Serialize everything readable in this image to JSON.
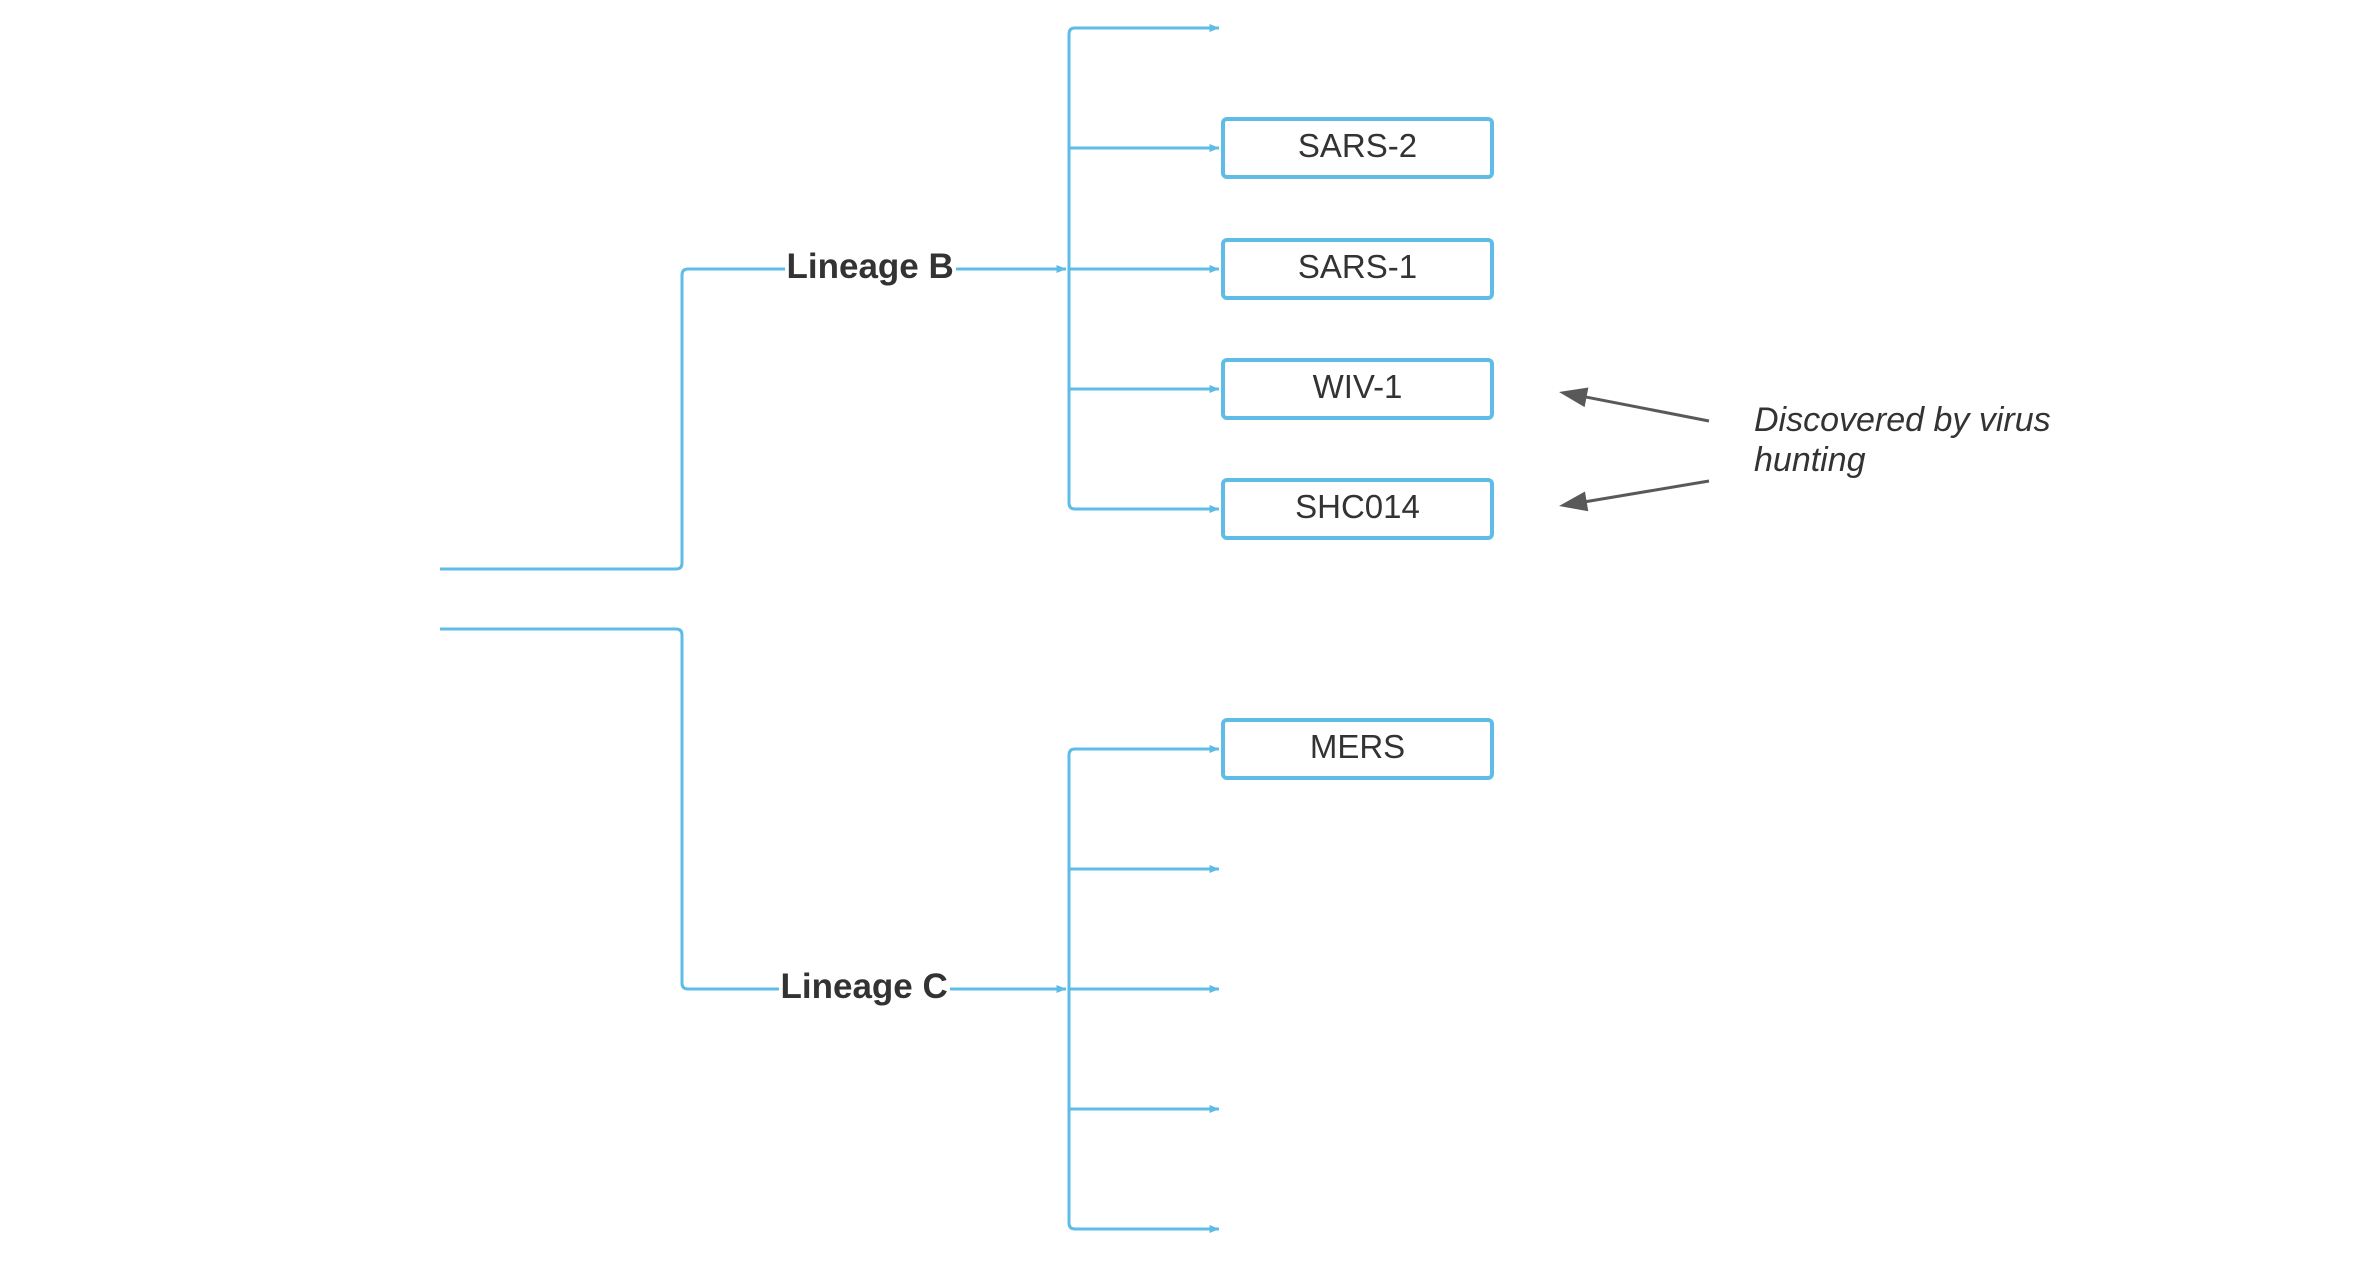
{
  "lineages": [
    {
      "label": "Lineage B",
      "children": [
        "",
        "SARS-2",
        "SARS-1",
        "WIV-1",
        "SHC014"
      ]
    },
    {
      "label": "Lineage C",
      "children": [
        "MERS",
        "",
        "",
        "",
        ""
      ]
    }
  ],
  "annotation": {
    "text": "Discovered by virus hunting",
    "points_to": [
      "WIV-1",
      "SHC014"
    ]
  },
  "colors": {
    "branch": "#5ebce6",
    "node_border": "#5ebce6",
    "annotation_arrow": "#595959",
    "text": "#333333"
  }
}
